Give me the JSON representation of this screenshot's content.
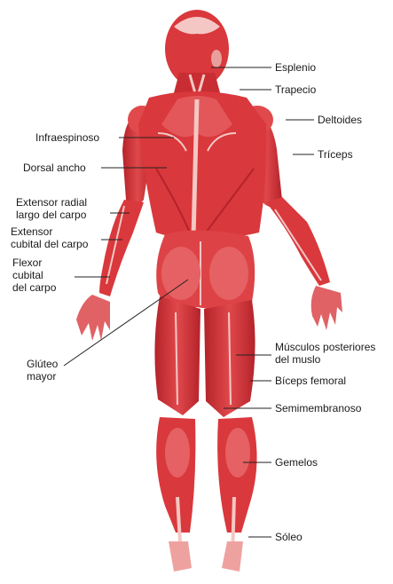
{
  "colors": {
    "muscle": "#d9383c",
    "muscle_dark": "#b4232a",
    "muscle_light": "#ef6d6f",
    "tendon": "#f4c7c4",
    "leader": "#222222",
    "text": "#1a1a1a"
  },
  "labels": {
    "esplenio": "Esplenio",
    "trapecio": "Trapecio",
    "deltoides": "Deltoides",
    "triceps": "Tríceps",
    "infraespinoso": "Infraespinoso",
    "dorsal_ancho": "Dorsal ancho",
    "extensor_radial": "Extensor radial\nlargo del carpo",
    "extensor_cubital": "Extensor\ncubital del carpo",
    "flexor_cubital": "Flexor\ncubital\ndel carpo",
    "gluteo_mayor": "Glúteo\nmayor",
    "musculos_posteriores": "Músculos posteriores\ndel muslo",
    "biceps_femoral": "Bíceps femoral",
    "semimembranoso": "Semimembranoso",
    "gemelos": "Gemelos",
    "soleo": "Sóleo"
  }
}
